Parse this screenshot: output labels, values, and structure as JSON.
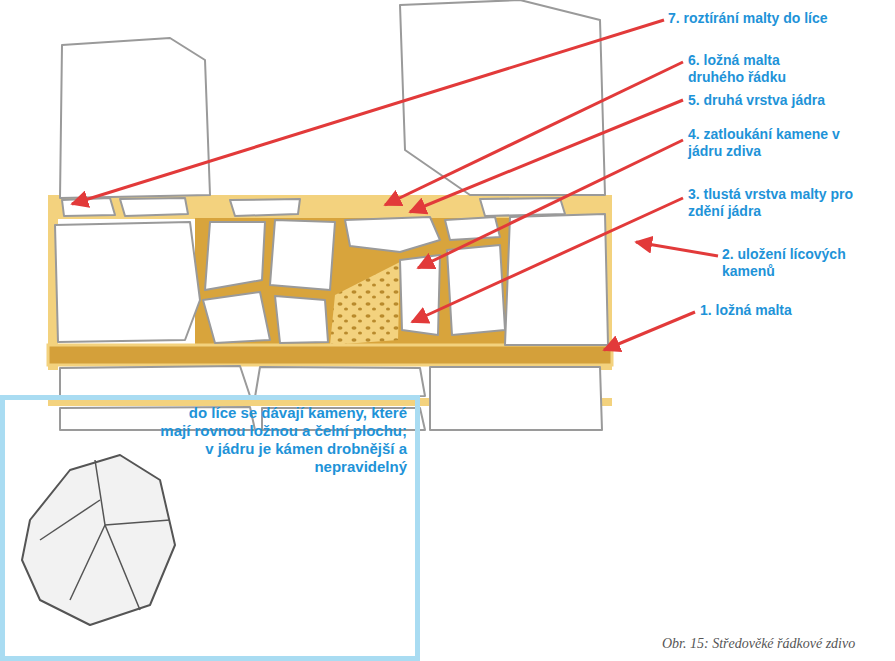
{
  "diagram": {
    "caption": "Obr. 15: Středověké řádkové zdivo",
    "nodes": [
      {
        "text": [
          "do líce se dávají kameny, které mají rovnou ložnou a čelní plochu; v jádru je kámen drobnější a nepravidelný"
        ]
      }
    ],
    "labels": [
      "7. roztírání malty do líce",
      "6. ložná malta druhého řádku",
      "5. druhá vrstva jádra",
      "4. zatloukání kamene v jádru zdiva",
      "3. tlustá vrstva malty pro zdění jádra",
      "2. uložení lícových kamenů",
      "1. ložná malta"
    ]
  }
}
